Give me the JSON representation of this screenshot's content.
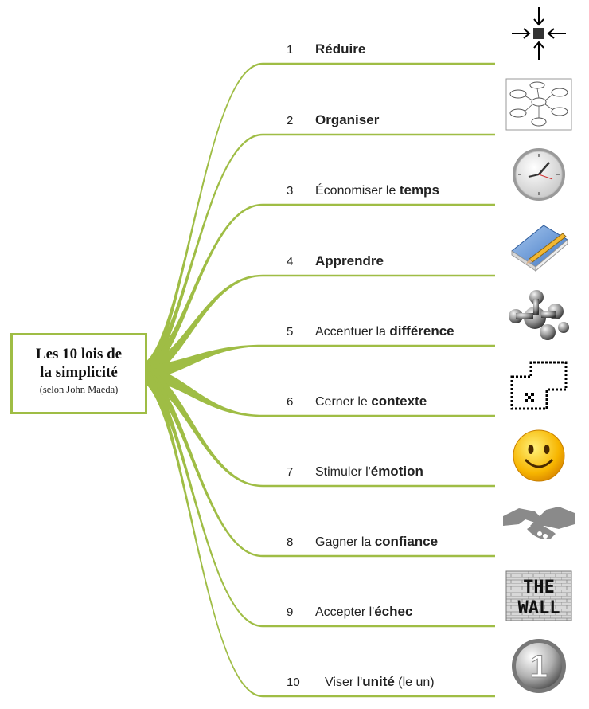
{
  "center": {
    "title_line1": "Les 10 lois de",
    "title_line2": "la simplicité",
    "subtitle": "(selon John Maeda)"
  },
  "branch_color": "#9fbd45",
  "laws": [
    {
      "number": "1",
      "pre": "",
      "bold": "Réduire",
      "post": "",
      "icon": "shrink-arrows-icon"
    },
    {
      "number": "2",
      "pre": "",
      "bold": "Organiser",
      "post": "",
      "icon": "mind-map-icon"
    },
    {
      "number": "3",
      "pre": "Économiser le ",
      "bold": "temps",
      "post": "",
      "icon": "clock-icon"
    },
    {
      "number": "4",
      "pre": "",
      "bold": "Apprendre",
      "post": "",
      "icon": "book-pencil-icon"
    },
    {
      "number": "5",
      "pre": "Accentuer la ",
      "bold": "différence",
      "post": "",
      "icon": "molecule-blob-icon"
    },
    {
      "number": "6",
      "pre": "Cerner le ",
      "bold": "contexte",
      "post": "",
      "icon": "context-outline-icon"
    },
    {
      "number": "7",
      "pre": "Stimuler l'",
      "bold": "émotion",
      "post": "",
      "icon": "smiley-icon"
    },
    {
      "number": "8",
      "pre": "Gagner la ",
      "bold": "confiance",
      "post": "",
      "icon": "handshake-icon"
    },
    {
      "number": "9",
      "pre": "Accepter l'",
      "bold": "échec",
      "post": "",
      "icon": "the-wall-icon"
    },
    {
      "number": "10",
      "pre": "Viser l'",
      "bold": "unité",
      "post": " (le un)",
      "icon": "number-one-badge-icon"
    }
  ],
  "icon_text": {
    "wall_line1": "THE",
    "wall_line2": "WALL",
    "badge_number": "1"
  }
}
